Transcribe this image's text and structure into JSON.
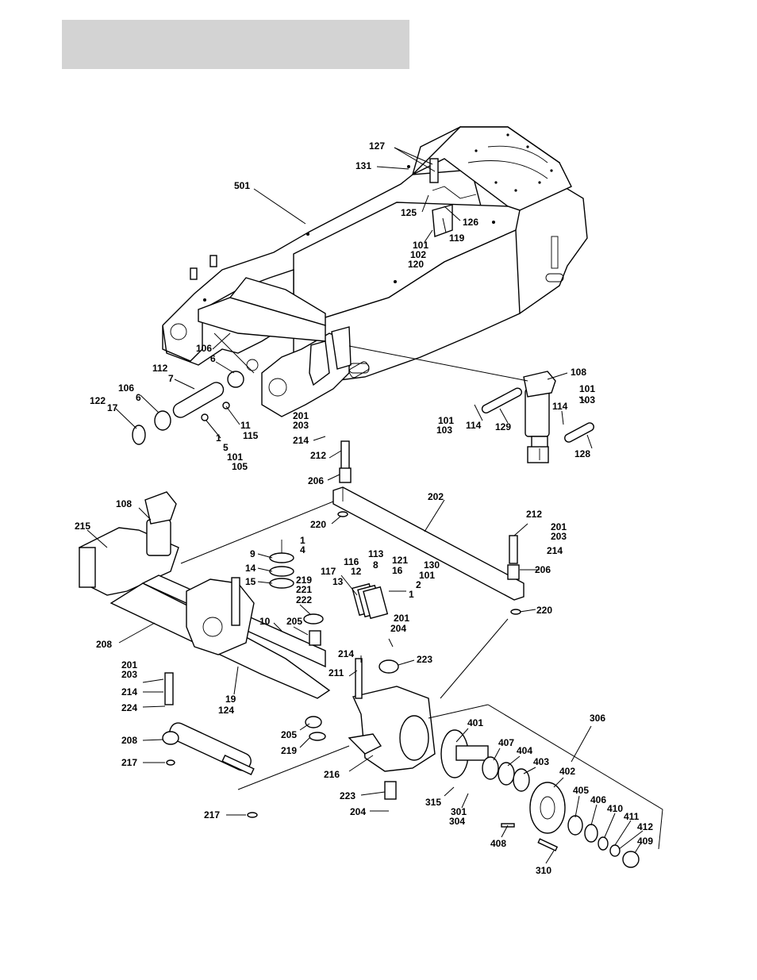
{
  "header": {
    "title": ""
  },
  "callouts": [
    "127",
    "131",
    "501",
    "125",
    "126",
    "119",
    "101",
    "102",
    "120",
    "106",
    "6",
    "112",
    "7",
    "106",
    "6",
    "122",
    "17",
    "11",
    "115",
    "1",
    "5",
    "101",
    "105",
    "108",
    "101",
    "103",
    "114",
    "101",
    "103",
    "114",
    "129",
    "128",
    "201",
    "203",
    "214",
    "212",
    "206",
    "202",
    "220",
    "108",
    "215",
    "1",
    "4",
    "9",
    "14",
    "15",
    "116",
    "12",
    "113",
    "8",
    "121",
    "16",
    "117",
    "13",
    "130",
    "101",
    "2",
    "1",
    "219",
    "221",
    "222",
    "205",
    "10",
    "208",
    "212",
    "201",
    "203",
    "214",
    "206",
    "220",
    "201",
    "204",
    "223",
    "214",
    "211",
    "201",
    "203",
    "214",
    "224",
    "19",
    "124",
    "205",
    "219",
    "208",
    "217",
    "216",
    "223",
    "204",
    "217",
    "306",
    "401",
    "407",
    "404",
    "403",
    "402",
    "405",
    "406",
    "410",
    "411",
    "412",
    "409",
    "315",
    "301",
    "304",
    "408",
    "310"
  ]
}
